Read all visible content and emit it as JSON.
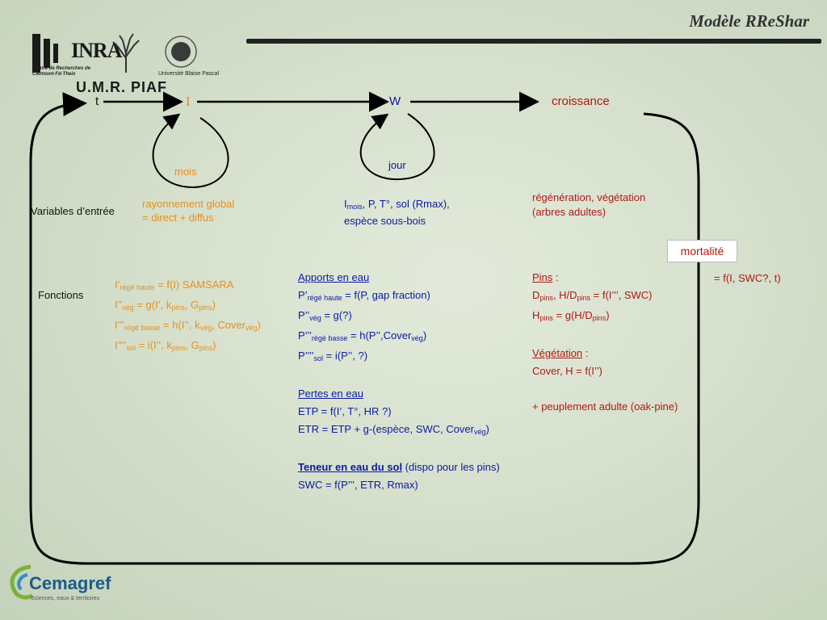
{
  "header": {
    "title": "Modèle RReShar",
    "logos": {
      "inra": "INRA",
      "centre": "Centre de Recherches de Clermont-Fd-Theix",
      "universite": "Université Blaise Pascal",
      "umr": "U.M.R. PIAF"
    }
  },
  "footer": {
    "logo": "Cemagref",
    "tagline": "Sciences, eaux & territoires"
  },
  "flow": {
    "t": "t",
    "I": "I",
    "W": "W",
    "croissance": "croissance",
    "mois": "mois",
    "jour": "jour",
    "mortalite": "mortalité",
    "mortalite_fn": "= f(I, SWC?, t)"
  },
  "labels": {
    "variables": "Variables d’entrée",
    "fonctions": "Fonctions"
  },
  "inputs": {
    "light_1": "rayonnement global",
    "light_2": "= direct + diffus",
    "water_1_I": "I",
    "water_1_sub": "mois",
    "water_1_rest": ", P, T°, sol (Rmax),",
    "water_2": "espèce sous-bois",
    "growth_1": "régénération, végétation",
    "growth_2": "(arbres adultes)"
  },
  "light_functions": {
    "f1_a": "I’",
    "f1_sub": "régé haute",
    "f1_b": " = f(I) SAMSARA",
    "f2_a": "I’’",
    "f2_sub1": "vég",
    "f2_b": " = g(I’, k",
    "f2_sub2": "pins",
    "f2_c": ", G",
    "f2_sub3": "pins",
    "f2_d": ")",
    "f3_a": "I’’’",
    "f3_sub1": "régé basse",
    "f3_b": " = h(I’’, k",
    "f3_sub2": "vég",
    "f3_c": ", Cover",
    "f3_sub3": "vég",
    "f3_d": ")",
    "f4_a": "I’’’’",
    "f4_sub1": "sol",
    "f4_b": " = i(I’’, k",
    "f4_sub2": "pins",
    "f4_c": ", G",
    "f4_sub3": "pins",
    "f4_d": ")"
  },
  "water_functions": {
    "apports_title": "Apports en eau",
    "a1_a": "P’",
    "a1_sub": "régé haute",
    "a1_b": " = f(P, gap fraction)",
    "a2_a": "P’’",
    "a2_sub": "vég",
    "a2_b": " = g(?)",
    "a3_a": "P’’’",
    "a3_sub1": "régé basse",
    "a3_b": " = h(P’’,Cover",
    "a3_sub2": "vég",
    "a3_c": ")",
    "a4_a": "P’’’’",
    "a4_sub": "sol",
    "a4_b": " = i(P’’, ?)",
    "pertes_title": "Pertes en eau",
    "p1": "ETP = f(I’, T°, HR ?)",
    "p2_a": "ETR = ETP + g-(espèce, SWC, Cover",
    "p2_sub": "vég",
    "p2_b": ")",
    "teneur_title": "Teneur en eau du sol",
    "teneur_note": " (dispo pour les pins)",
    "swc": "SWC = f(P’’’, ETR, Rmax)"
  },
  "growth_functions": {
    "pins_title": "Pins",
    "pins_colon": " :",
    "g1_a": "D",
    "g1_sub1": "pins",
    "g1_b": ", H/D",
    "g1_sub2": "pins",
    "g1_c": " = f(I’’’, SWC)",
    "g2_a": "H",
    "g2_sub1": "pins",
    "g2_b": " = g(H/D",
    "g2_sub2": "pins",
    "g2_c": ")",
    "veg_title": "Végétation",
    "veg_colon": " :",
    "veg_fn": "Cover, H = f(I’’)",
    "peuplement": "+ peuplement adulte (oak-pine)"
  },
  "colors": {
    "blue": "#0a1aa8",
    "orange": "#e8901a",
    "red": "#b01812",
    "title_bar": "#222222"
  }
}
